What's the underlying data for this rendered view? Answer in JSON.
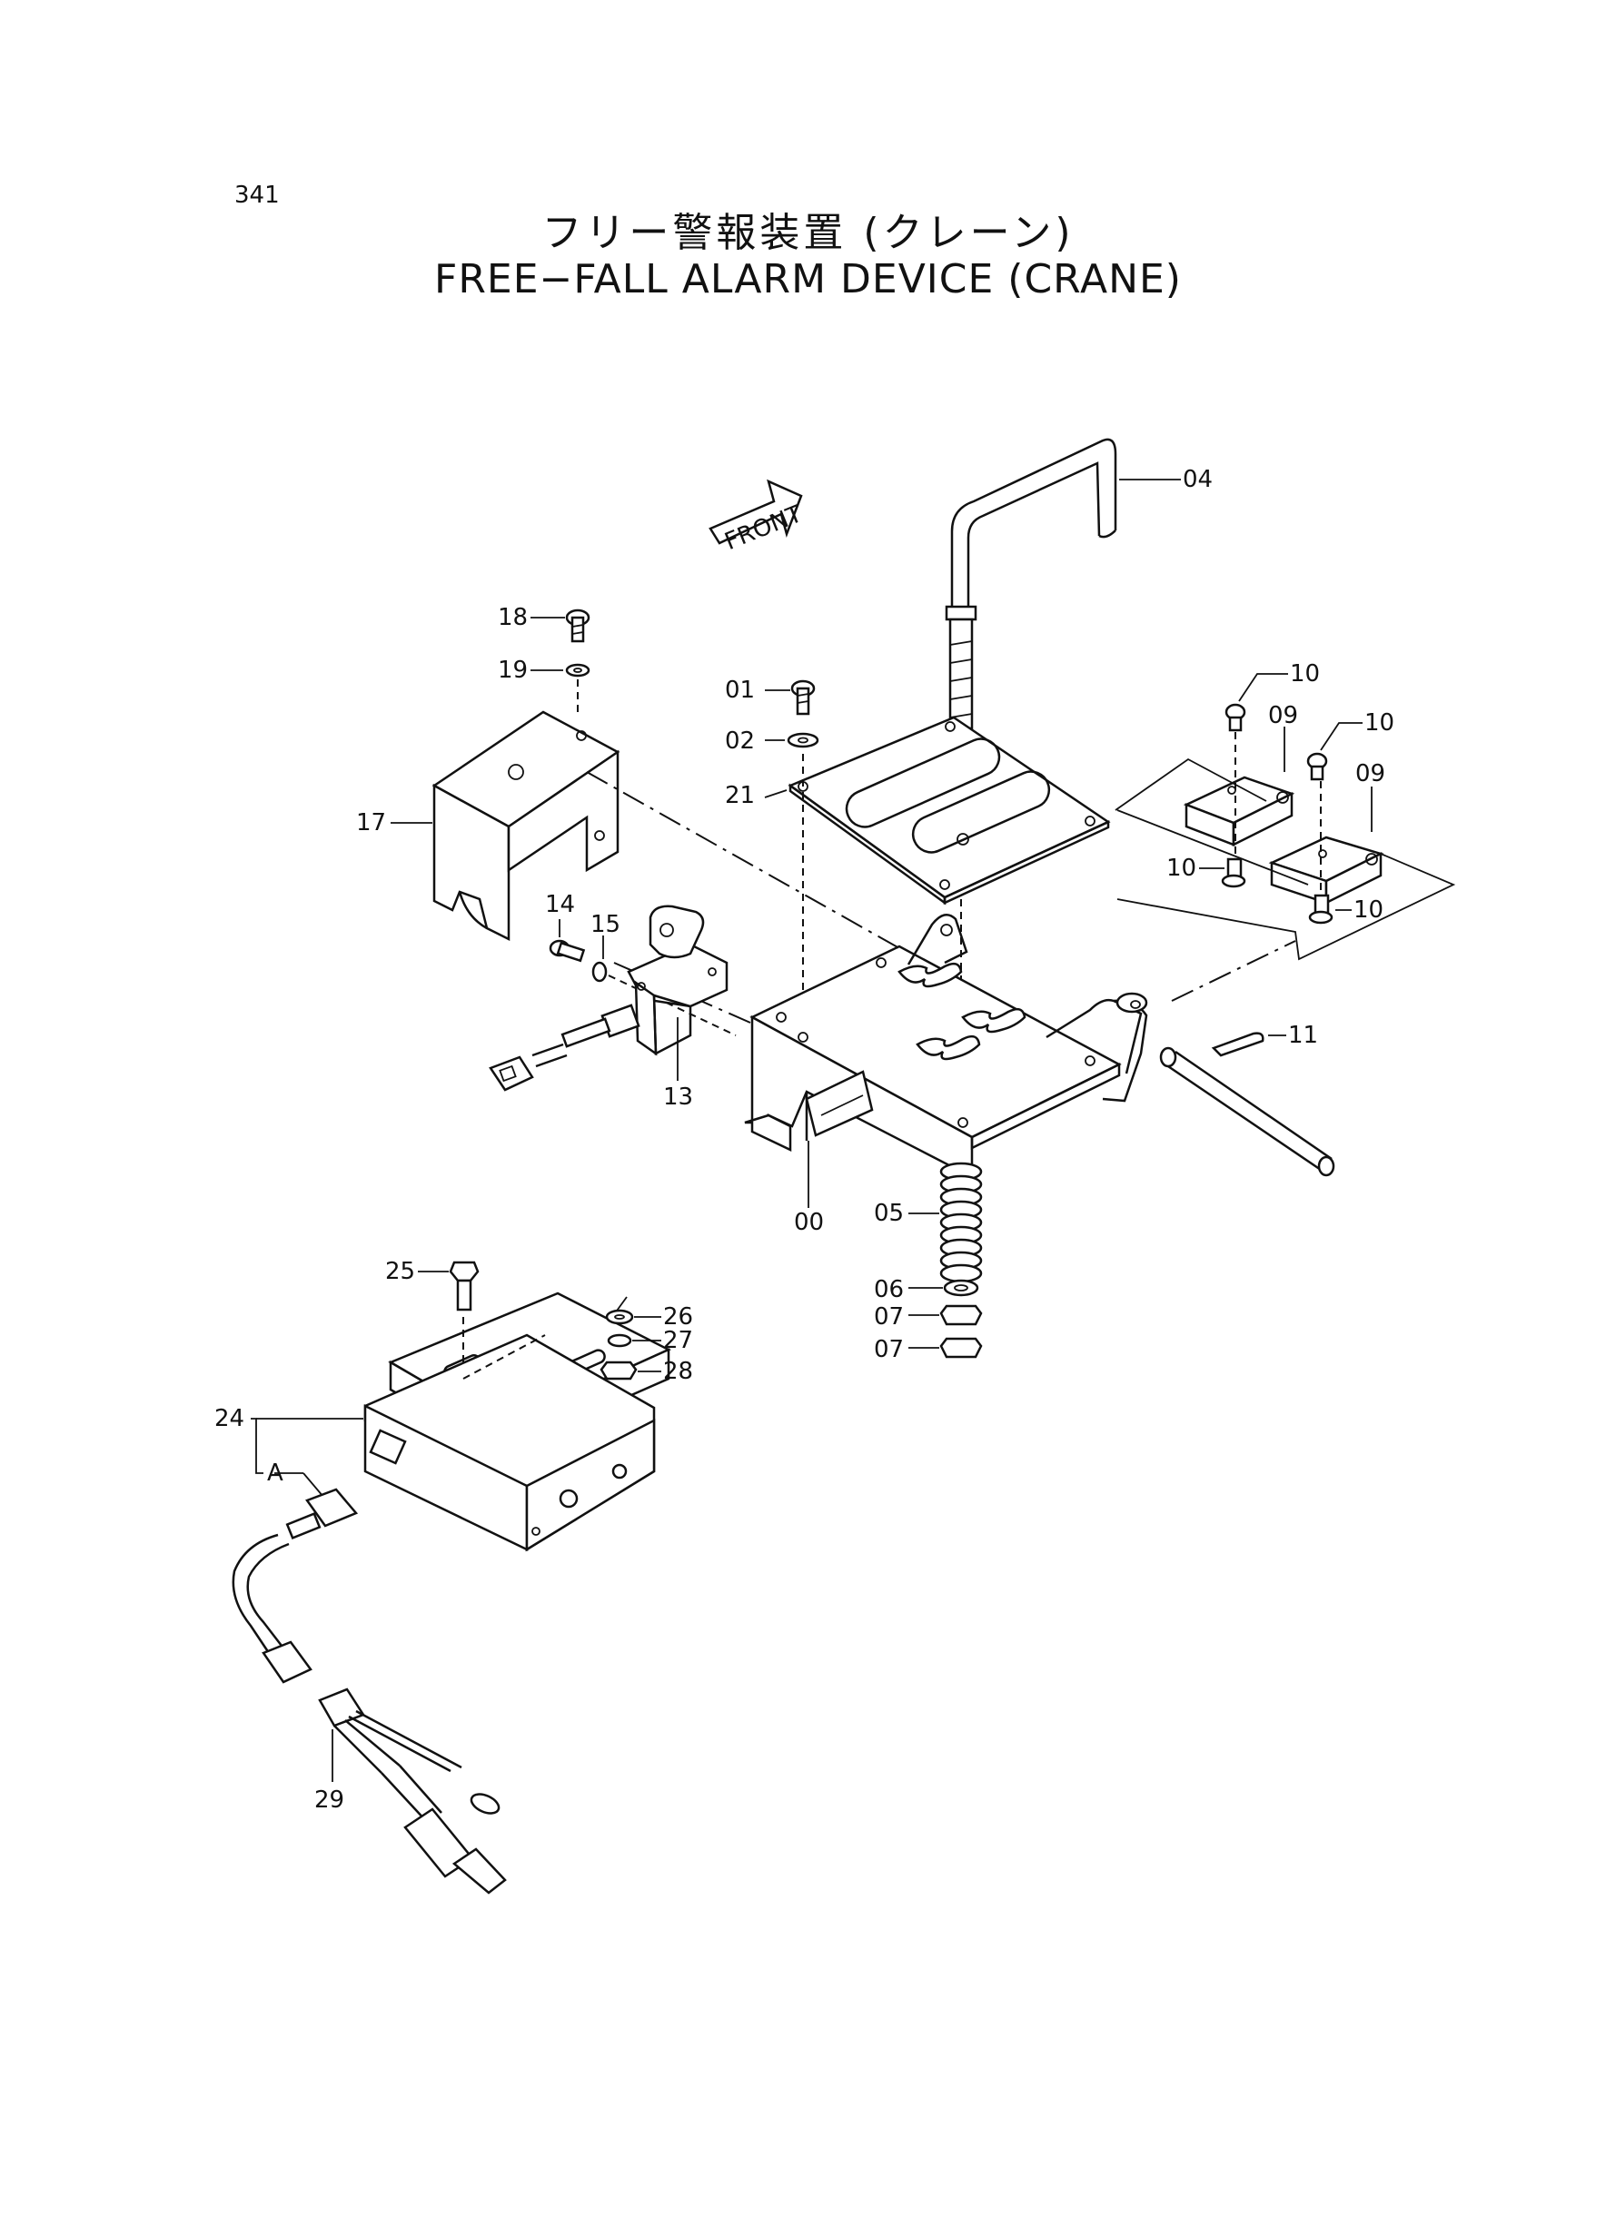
{
  "page_number": "341",
  "title_jp": "フリー警報装置 (クレーン)",
  "title_en": "FREE−FALL ALARM DEVICE (CRANE)",
  "front_label": "FRONT",
  "callouts": {
    "p00": "00",
    "p01": "01",
    "p02": "02",
    "p04": "04",
    "p05": "05",
    "p06": "06",
    "p07a": "07",
    "p07b": "07",
    "p09a": "09",
    "p09b": "09",
    "p10a": "10",
    "p10b": "10",
    "p10c": "10",
    "p10d": "10",
    "p11": "11",
    "p13": "13",
    "p14": "14",
    "p15": "15",
    "p17": "17",
    "p18": "18",
    "p19": "19",
    "p21": "21",
    "p24": "24",
    "p25": "25",
    "p26": "26",
    "p27": "27",
    "p28": "28",
    "p29": "29",
    "pA": "A"
  }
}
